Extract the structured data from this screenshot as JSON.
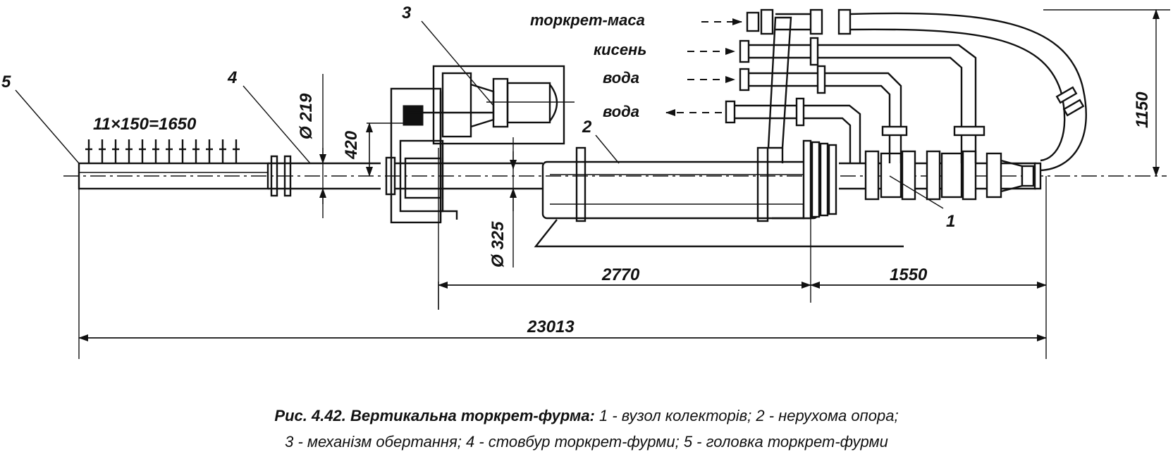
{
  "figure": {
    "callouts": [
      "1",
      "2",
      "3",
      "4",
      "5"
    ],
    "dimensions": {
      "nozzle_pitch": "11×150=1650",
      "d219": "Ø 219",
      "h420": "420",
      "d325": "Ø 325",
      "l2770": "2770",
      "l1550": "1550",
      "total": "23013",
      "h1150": "1150"
    },
    "flows": {
      "gunning_mass": "торкрет-маса",
      "oxygen": "кисень",
      "water_in": "вода",
      "water_out": "вода"
    }
  },
  "caption": {
    "line1_bold": "Рис. 4.42. Вертикальна торкрет-фурма:",
    "line1_rest": " 1 - вузол колекторів; 2 - нерухома опора;",
    "line2": "3 - механізм обертання; 4 - стовбур торкрет-фурми; 5 - головка торкрет-фурми"
  }
}
